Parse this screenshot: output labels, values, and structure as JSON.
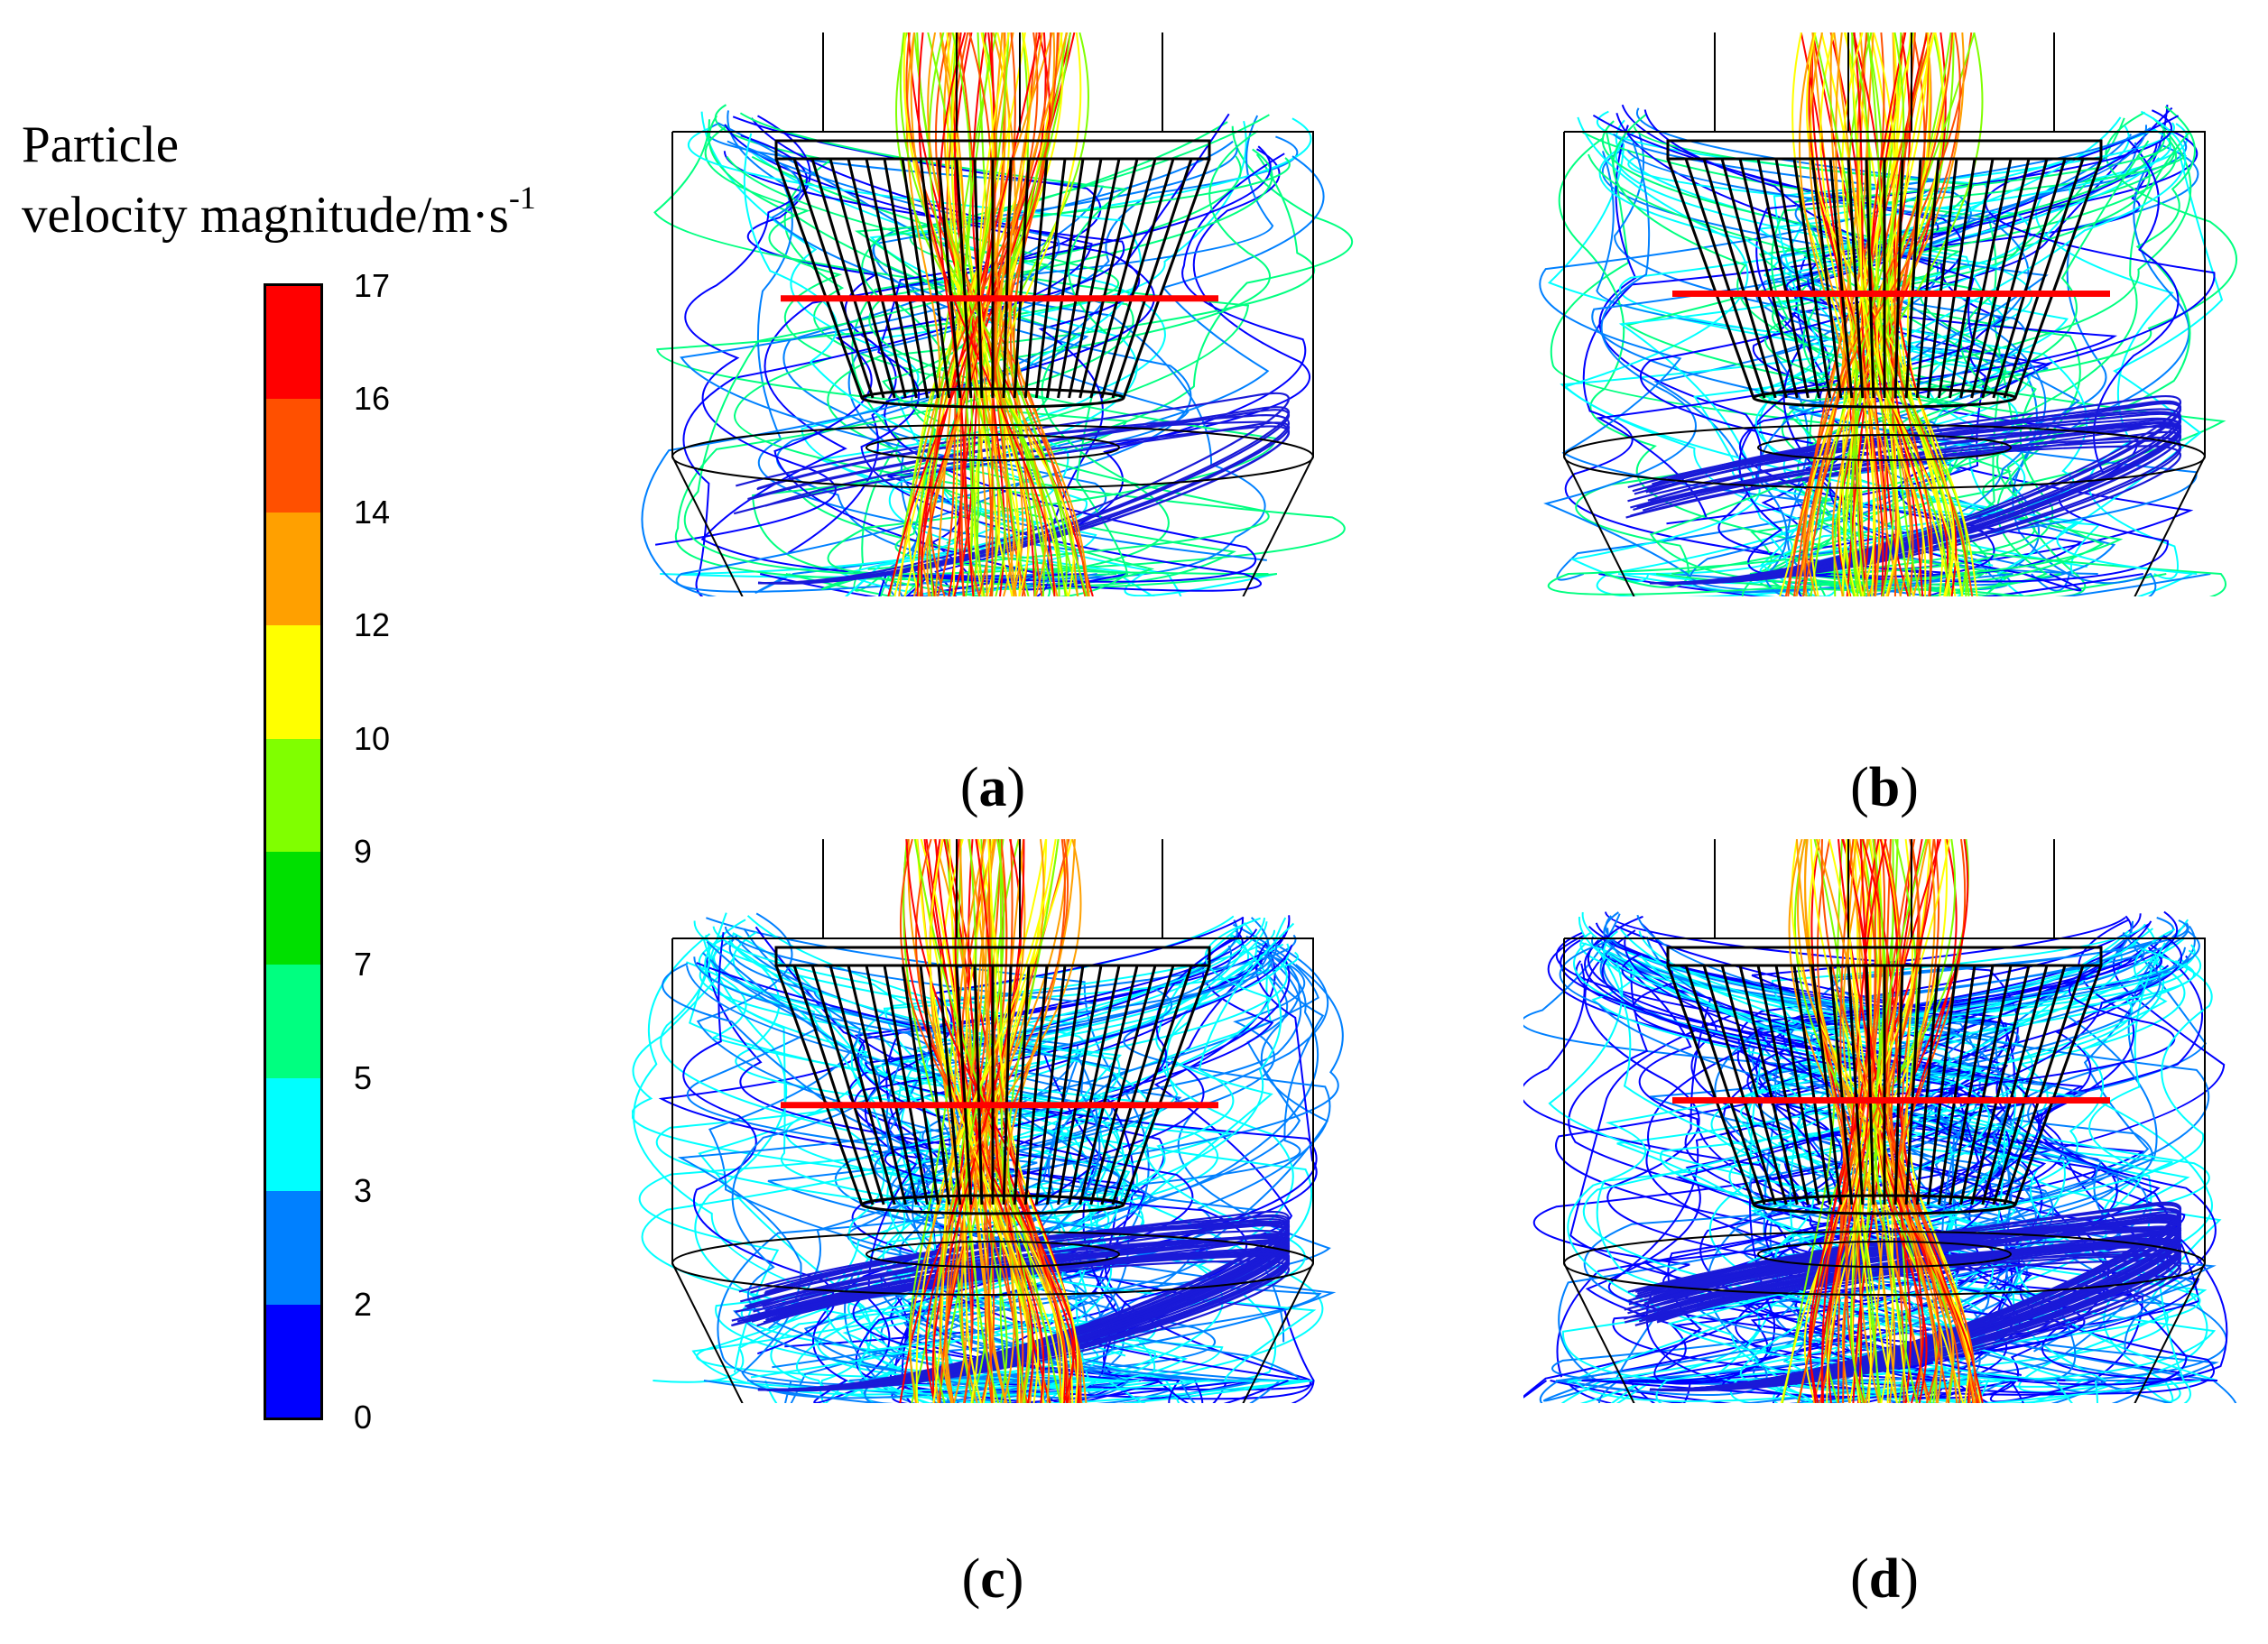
{
  "legend": {
    "title_line1": "Particle",
    "title_line2": "velocity magnitude/m·s",
    "title_superscript": "-1",
    "colors": [
      "#0000ff",
      "#0080ff",
      "#00ffff",
      "#00ff80",
      "#00e000",
      "#80ff00",
      "#ffff00",
      "#ffa000",
      "#ff5000",
      "#ff0000"
    ],
    "ticks": [
      "0",
      "2",
      "3",
      "5",
      "7",
      "9",
      "10",
      "12",
      "14",
      "16",
      "17"
    ]
  },
  "panels": [
    {
      "label": "a",
      "bar_level": 0.32,
      "swirl": 0.15
    },
    {
      "label": "b",
      "bar_level": 0.3,
      "swirl": 0.45
    },
    {
      "label": "c",
      "bar_level": 0.32,
      "swirl": 0.75
    },
    {
      "label": "d",
      "bar_level": 0.3,
      "swirl": 1.0
    }
  ]
}
